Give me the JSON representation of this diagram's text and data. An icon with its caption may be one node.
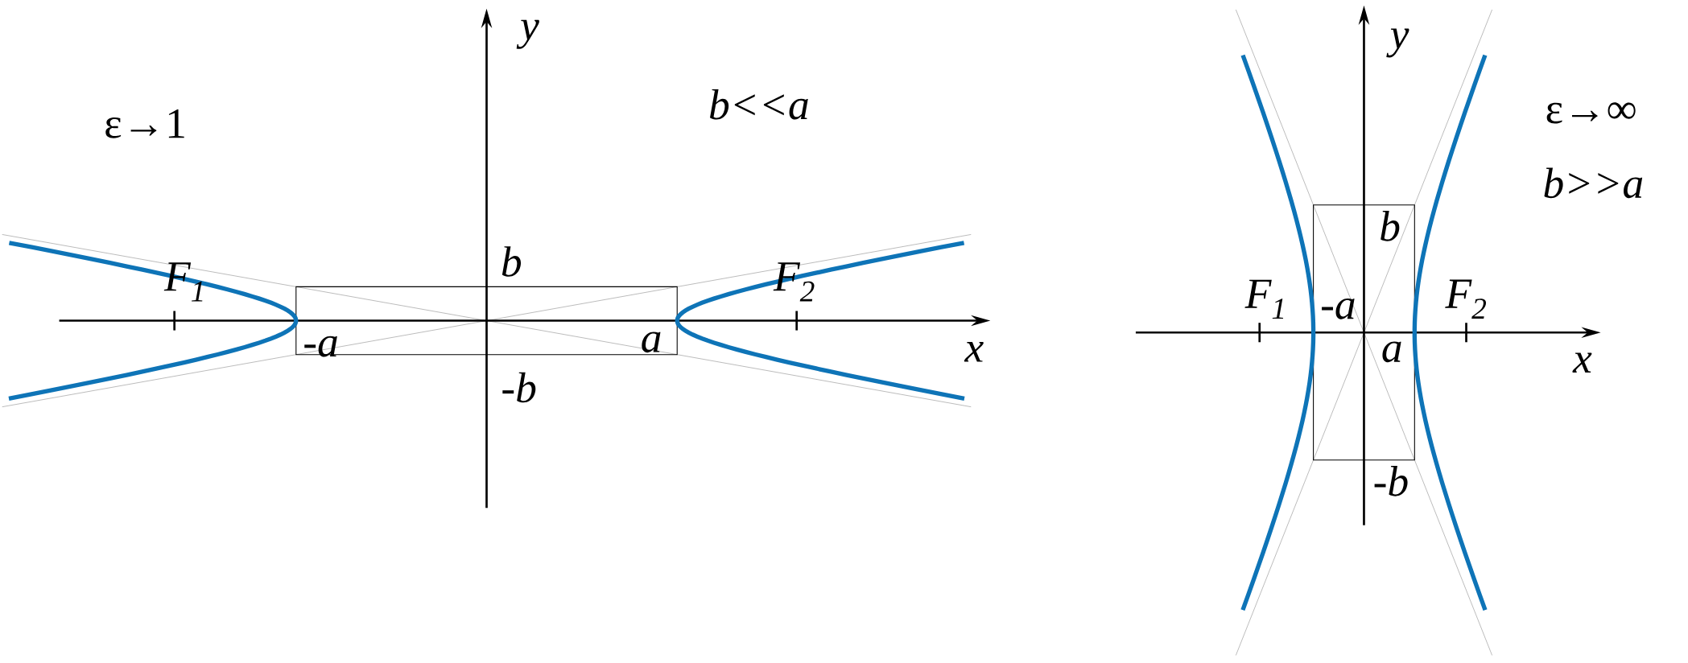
{
  "diagram": {
    "labels": [
      "y",
      "ε→1",
      "b<<a",
      "F$_{1}$",
      "b",
      "F$_{2}$",
      "-a",
      "a",
      "x",
      "-b",
      "y",
      "ε→∞",
      "b>>a",
      "b",
      "F$_{1}$",
      "-a",
      "F$_{2}$",
      "a",
      "x",
      "-b"
    ]
  }
}
